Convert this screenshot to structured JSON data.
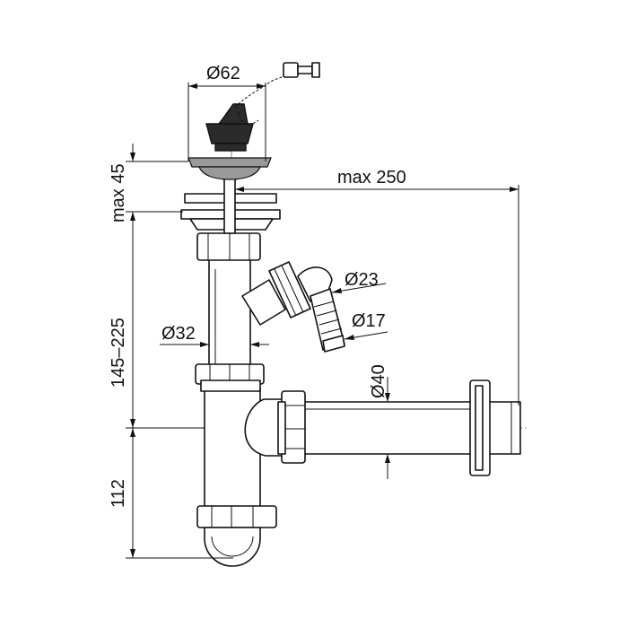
{
  "title": "",
  "dimensions": {
    "inlet_diameter": "Ø62",
    "max_height_top": "max 45",
    "max_length": "max 250",
    "height_range": "145–225",
    "pipe_diameter": "Ø32",
    "branch_diameter_outer": "Ø23",
    "branch_diameter_inner": "Ø17",
    "outlet_diameter": "Ø40",
    "bottom_height": "112"
  }
}
